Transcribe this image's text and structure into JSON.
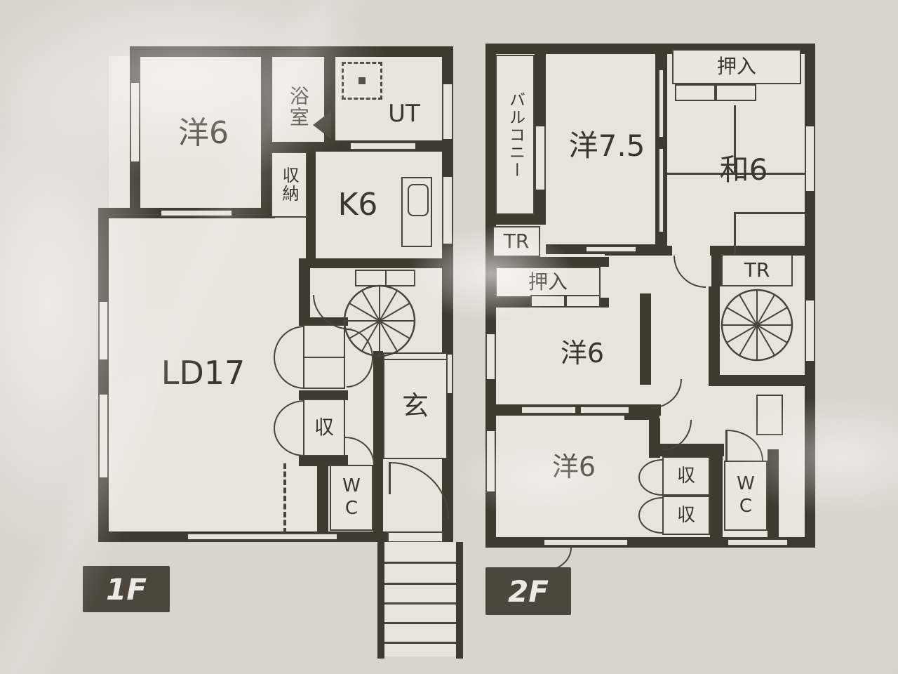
{
  "document": {
    "type": "apartment-floor-plan",
    "floor_count": 2
  },
  "colors": {
    "paper": "#d5d1c9",
    "room_floor": "#e8e4dc",
    "wall_ink": "#3f392f",
    "badge_background": "#4c463d",
    "badge_text": "#edeae3"
  },
  "floors": {
    "f1": {
      "label": "1F",
      "rooms": {
        "yo6": "洋6",
        "bath": "浴室",
        "ut": "UT",
        "shuno": "収納",
        "k6": "K6",
        "ld": "LD17",
        "shu": "収",
        "genkan": "玄",
        "wc": "WC"
      }
    },
    "f2": {
      "label": "2F",
      "rooms": {
        "balcony": "バルコニー",
        "yo75": "洋7.5",
        "oshiire_top": "押入",
        "wa6": "和6",
        "tr_left": "TR",
        "oshiire_mid": "押入",
        "yo6_mid": "洋6",
        "tr_right": "TR",
        "yo6_btm": "洋6",
        "shu_top": "収",
        "shu_btm": "収",
        "wc": "WC"
      }
    }
  }
}
